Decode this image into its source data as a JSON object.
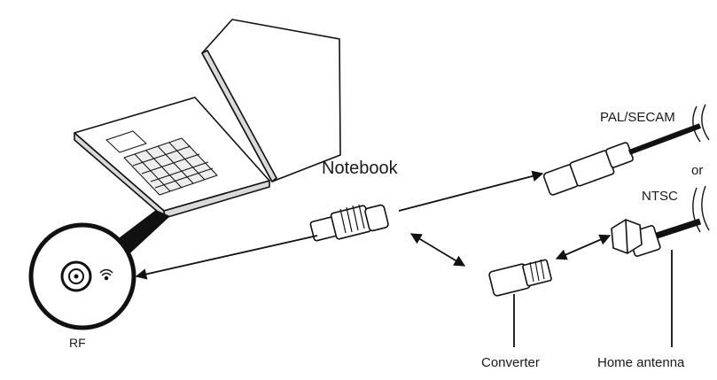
{
  "labels": {
    "notebook": "Notebook",
    "rf": "RF",
    "pal_secam": "PAL/SECAM",
    "or": "or",
    "ntsc": "NTSC",
    "converter": "Converter",
    "home_antenna": "Home antenna"
  },
  "colors": {
    "line": "#111111",
    "background": "#ffffff",
    "shade": "#d9d9d9"
  }
}
